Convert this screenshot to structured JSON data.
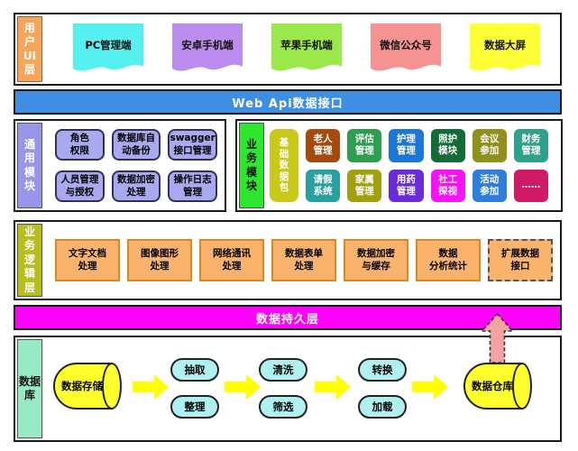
{
  "colors": {
    "section_border": "#1a1a1a",
    "ui_label_bg": "#F8A55C",
    "api_bar_bg": "#3E8EE4",
    "common_label_bg": "#9894E8",
    "common_box_bg": "#A9A9F0",
    "common_box_border": "#30305A",
    "business_label_bg": "#2FE62F",
    "base_package_bg": "#C9C91A",
    "logic_label_bg": "#B9BE20",
    "logic_box_bg": "#F9B36C",
    "logic_box_border": "#E0861E",
    "persistence_bar_bg": "#FF00FF",
    "db_label_bg": "#97EAC3",
    "cylinder_bg": "#FFFF2E",
    "pill_bg": "#AFF0F0",
    "flow_arrow": "#FFFF00",
    "dashed_arrow": "#F5A2A2"
  },
  "ui_layer": {
    "label": "用\n户\nUI\n层",
    "flags": [
      {
        "label": "PC管理端",
        "color": "#55F0F0"
      },
      {
        "label": "安卓手机端",
        "color": "#BB8DEE"
      },
      {
        "label": "苹果手机端",
        "color": "#9BE84A"
      },
      {
        "label": "微信公众号",
        "color": "#F59292"
      },
      {
        "label": "数据大屏",
        "color": "#FFFF38"
      }
    ]
  },
  "api_bar": {
    "label": "Web Api数据接口"
  },
  "common_modules": {
    "label": "通\n用\n模\n块",
    "boxes": [
      "角色\n权限",
      "数据库自\n动备份",
      "swagger\n接口管理",
      "人员管理\n与授权",
      "数据加密\n处理",
      "操作日志\n管理"
    ]
  },
  "business_modules": {
    "label": "业\n务\n模\n块",
    "base_package": "基\n础\n数\n据\n包",
    "tiles": [
      {
        "label": "老人\n管理",
        "color": "#A64A0F"
      },
      {
        "label": "评估\n管理",
        "color": "#2E9E50"
      },
      {
        "label": "护理\n管理",
        "color": "#1B76D6"
      },
      {
        "label": "照护\n模块",
        "color": "#156B38"
      },
      {
        "label": "会议\n参加",
        "color": "#90901C"
      },
      {
        "label": "财务\n管理",
        "color": "#2EA188"
      },
      {
        "label": "请假\n系统",
        "color": "#2AA0A0"
      },
      {
        "label": "家属\n管理",
        "color": "#A0A010"
      },
      {
        "label": "用药\n管理",
        "color": "#6A2BD8"
      },
      {
        "label": "社工\n探视",
        "color": "#F512F5"
      },
      {
        "label": "活动\n参加",
        "color": "#2E7CDC"
      },
      {
        "label": "……",
        "color": "#D01A68"
      }
    ]
  },
  "logic_layer": {
    "label": "业\n务\n逻\n辑\n层",
    "boxes": [
      "文字文档\n处理",
      "图像图形\n处理",
      "网络通讯\n处理",
      "数据表单\n处理",
      "数据加密\n与缓存",
      "数据\n分析统计",
      "扩展数据\n接口"
    ]
  },
  "persistence_bar": {
    "label": "数据持久层"
  },
  "database_layer": {
    "label": "数据\n库",
    "source": "数据存储",
    "steps": [
      [
        "抽取",
        "整理"
      ],
      [
        "清洗",
        "筛选"
      ],
      [
        "转换",
        "加载"
      ]
    ],
    "target": "数据仓库"
  }
}
